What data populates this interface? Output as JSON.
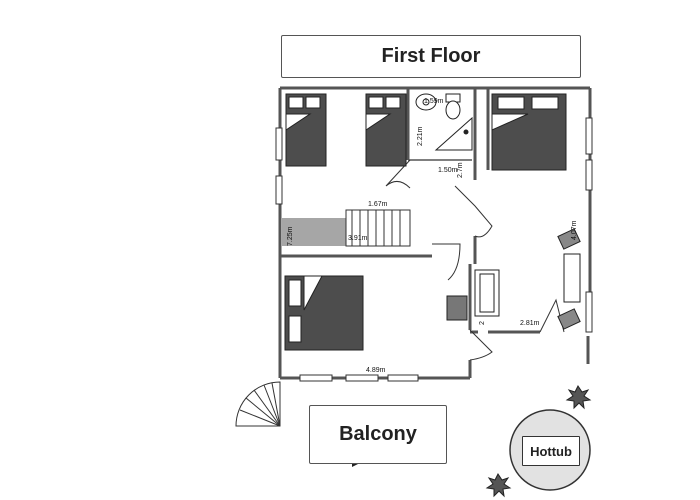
{
  "title": "First Floor",
  "balcony_label": "Balcony",
  "hottub_label": "Hottub",
  "dimensions": {
    "bath_top": "1.59m",
    "bath_height": "2.21m",
    "bath_width": "1.50m",
    "bath_small": "2.7m",
    "landing_width": "1.67m",
    "stair_small": "7.25m",
    "stair_width": "3.91m",
    "bedroom_right_height": "4.07m",
    "desk_small": "2",
    "bedroom_right_width": "2.81m",
    "bedroom_bottom_width": "4.89m"
  },
  "colors": {
    "wall": "#555555",
    "furniture": "#4d4d4d",
    "stair_shade": "#a6a6a6"
  }
}
